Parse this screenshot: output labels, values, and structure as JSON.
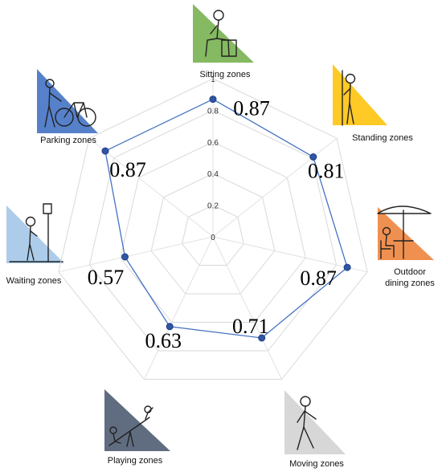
{
  "chart_data": {
    "type": "radar",
    "categories": [
      "Sitting zones",
      "Standing zones",
      "Outdoor dining zones",
      "Moving zones",
      "Playing zones",
      "Waiting zones",
      "Parking zones"
    ],
    "category_label_lines": [
      [
        "Sitting zones"
      ],
      [
        "Standing zones"
      ],
      [
        "Outdoor",
        "dining zones"
      ],
      [
        "Moving zones"
      ],
      [
        "Playing zones"
      ],
      [
        "Waiting zones"
      ],
      [
        "Parking zones"
      ]
    ],
    "values": [
      0.87,
      0.81,
      0.87,
      0.71,
      0.63,
      0.57,
      0.87
    ],
    "value_labels": [
      "0.87",
      "0.81",
      "0.87",
      "0.71",
      "0.63",
      "0.57",
      "0.87"
    ],
    "ticks": [
      {
        "value": 0,
        "label": "0"
      },
      {
        "value": 0.2,
        "label": "0.2"
      },
      {
        "value": 0.4,
        "label": "0.4"
      },
      {
        "value": 0.6,
        "label": "0.6"
      },
      {
        "value": 0.8,
        "label": "0.8"
      },
      {
        "value": 1,
        "label": "1"
      }
    ],
    "rlim": [
      0,
      1
    ],
    "grid": true,
    "legend": "none",
    "colors": {
      "series": "#4472c4",
      "marker": "#2f55a4",
      "grid": "#d9d9d9"
    },
    "category_icons": [
      {
        "name": "sitting-person-icon",
        "color": "#70ad47"
      },
      {
        "name": "standing-person-icon",
        "color": "#ffc000"
      },
      {
        "name": "dining-umbrella-icon",
        "color": "#ed7d31"
      },
      {
        "name": "walking-person-icon",
        "color": "#d0d0d0"
      },
      {
        "name": "seesaw-icon",
        "color": "#44546a"
      },
      {
        "name": "waiting-person-icon",
        "color": "#9dc3e6"
      },
      {
        "name": "bicycle-icon",
        "color": "#4472c4"
      }
    ]
  }
}
